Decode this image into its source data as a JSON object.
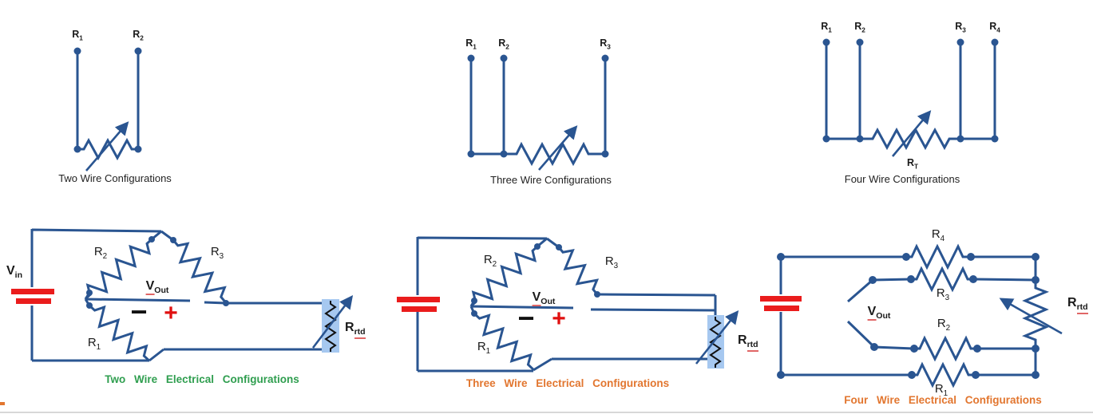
{
  "colors": {
    "wire": "#2a5591",
    "battery_red": "#ea1c1c",
    "plus_red": "#e01010",
    "rtd_fill": "#a6c8f0",
    "rtd_zigzag": "#111111",
    "caption_green": "#2f9e4f",
    "caption_orange": "#e2762f",
    "label_black": "#1a1a1a",
    "underline_red": "#e06666"
  },
  "top_row": {
    "two_wire": {
      "terminals": [
        {
          "base": "R",
          "sub": "1"
        },
        {
          "base": "R",
          "sub": "2"
        }
      ],
      "caption": "Two Wire Configurations"
    },
    "three_wire": {
      "terminals": [
        {
          "base": "R",
          "sub": "1"
        },
        {
          "base": "R",
          "sub": "2"
        },
        {
          "base": "R",
          "sub": "3"
        }
      ],
      "caption": "Three Wire Configurations"
    },
    "four_wire": {
      "terminals": [
        {
          "base": "R",
          "sub": "1"
        },
        {
          "base": "R",
          "sub": "2"
        },
        {
          "base": "R",
          "sub": "3"
        },
        {
          "base": "R",
          "sub": "4"
        }
      ],
      "rt_label": {
        "base": "R",
        "sub": "T"
      },
      "caption": "Four Wire Configurations"
    }
  },
  "bottom_row": {
    "two_wire": {
      "vin": {
        "base": "V",
        "sub": "in"
      },
      "r2": {
        "base": "R",
        "sub": "2"
      },
      "r3": {
        "base": "R",
        "sub": "3"
      },
      "vout": {
        "base": "V",
        "sub": "Out"
      },
      "minus": "−",
      "plus": "+",
      "r1": {
        "base": "R",
        "sub": "1"
      },
      "rrtd": {
        "base": "R",
        "sub": "rtd"
      },
      "caption": "Two Wire Electrical Configurations"
    },
    "three_wire": {
      "r2": {
        "base": "R",
        "sub": "2"
      },
      "r3": {
        "base": "R",
        "sub": "3"
      },
      "vout": {
        "base": "V",
        "sub": "Out"
      },
      "minus": "−",
      "plus": "+",
      "r1": {
        "base": "R",
        "sub": "1"
      },
      "rrtd": {
        "base": "R",
        "sub": "rtd"
      },
      "caption": "Three Wire Electrical Configurations"
    },
    "four_wire": {
      "r4": {
        "base": "R",
        "sub": "4"
      },
      "r3": {
        "base": "R",
        "sub": "3"
      },
      "vout": {
        "base": "V",
        "sub": "Out"
      },
      "r2": {
        "base": "R",
        "sub": "2"
      },
      "r1": {
        "base": "R",
        "sub": "1"
      },
      "rrtd": {
        "base": "R",
        "sub": "rtd"
      },
      "caption": "Four Wire Electrical Configurations"
    }
  }
}
